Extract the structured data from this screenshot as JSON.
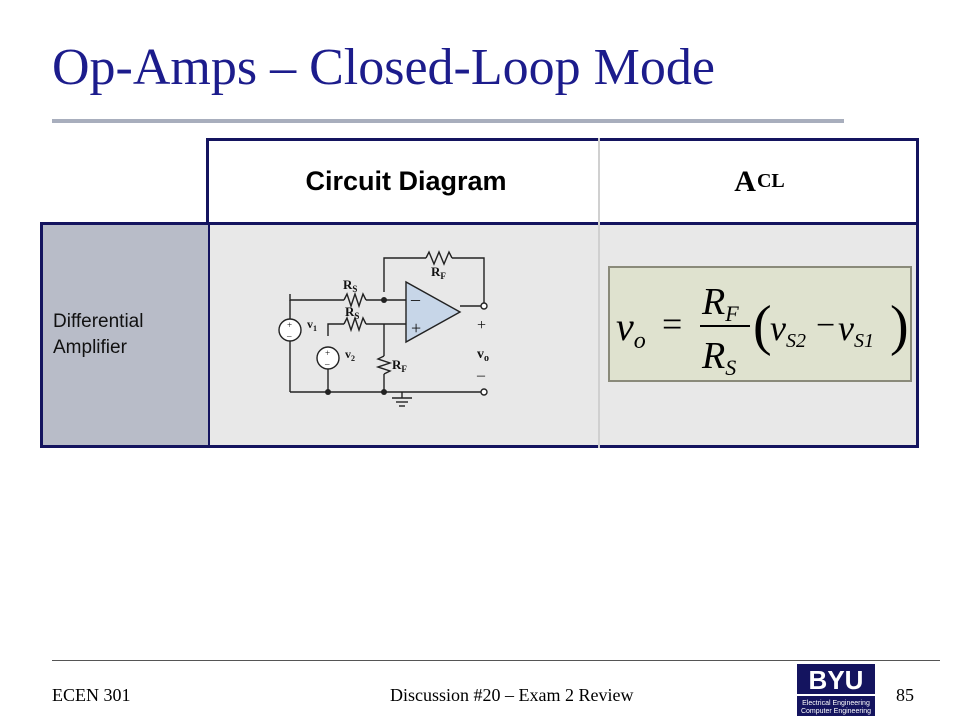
{
  "slide": {
    "title": "Op-Amps – Closed-Loop Mode"
  },
  "table": {
    "header_circuit": "Circuit Diagram",
    "header_acl_main": "A",
    "header_acl_sub": "CL",
    "row_label_line1": "Differential",
    "row_label_line2": "Amplifier"
  },
  "circuit": {
    "rs_top": "R",
    "rs_top_sub": "S",
    "rs_mid": "R",
    "rs_mid_sub": "S",
    "rf_top": "R",
    "rf_top_sub": "F",
    "rf_bottom": "R",
    "rf_bottom_sub": "F",
    "v1": "v",
    "v1_sub": "1",
    "v2": "v",
    "v2_sub": "2",
    "vo": "v",
    "vo_sub": "o",
    "opamp_minus": "–",
    "opamp_plus": "+",
    "out_plus": "+",
    "out_minus": "–",
    "src_plus": "+",
    "src_minus": "–"
  },
  "equation": {
    "lhs": "v",
    "lhs_sub": "o",
    "equals": "=",
    "num": "R",
    "num_sub": "F",
    "den": "R",
    "den_sub": "S",
    "lparen": "(",
    "rparen": ")",
    "t1": "v",
    "t1_sub": "S2",
    "minus": "−",
    "t2": "v",
    "t2_sub": "S1"
  },
  "footer": {
    "course": "ECEN 301",
    "discussion": "Discussion #20 – Exam 2 Review",
    "page": "85"
  },
  "logo": {
    "name": "BYU",
    "line1": "Electrical Engineering",
    "line2": "Computer Engineering"
  },
  "colors": {
    "title": "#1c1c8c",
    "table_border": "#14145f",
    "row_label_bg": "#b8bcc8",
    "equation_bg": "#dfe2cf"
  }
}
